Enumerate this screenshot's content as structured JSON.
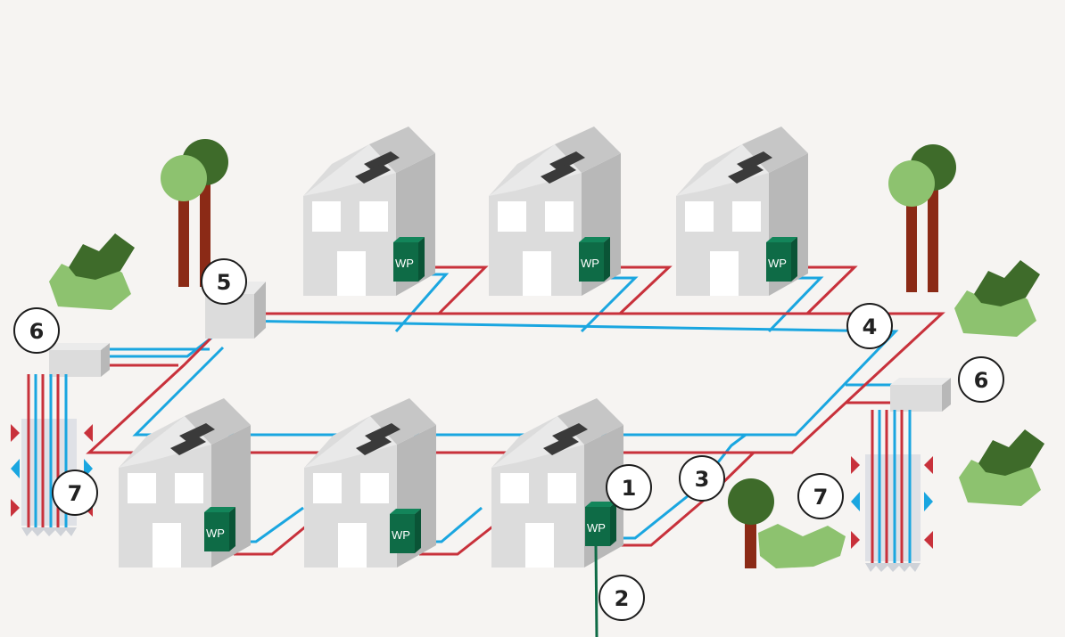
{
  "colors": {
    "background": "#f6f4f2",
    "warm_pipe": "#c8313b",
    "cold_pipe": "#1aa6e0",
    "house_front": "#dcdcdc",
    "house_side": "#b8b8b8",
    "roof_light": "#e9e9e9",
    "roof_dark": "#c6c6c6",
    "solar_panel": "#3a3a3a",
    "heat_pump": "#0e6b46",
    "tree_trunk": "#8b2a16",
    "tree_light": "#8dc26f",
    "tree_dark": "#3e6b2a",
    "bush_light": "#8dc26f",
    "bush_dark": "#3e6b2a",
    "probe_field": "#dfe1e6",
    "callout_circle": "#ffffff",
    "callout_border": "#1d1d1d",
    "ground_line": "#0e6b46"
  },
  "heat_pump_label": "WP",
  "callouts": [
    {
      "id": "1",
      "label": "1"
    },
    {
      "id": "2",
      "label": "2"
    },
    {
      "id": "3",
      "label": "3"
    },
    {
      "id": "4",
      "label": "4"
    },
    {
      "id": "5",
      "label": "5"
    },
    {
      "id": "6-left",
      "label": "6"
    },
    {
      "id": "6-right",
      "label": "6"
    },
    {
      "id": "7-left",
      "label": "7"
    },
    {
      "id": "7-right",
      "label": "7"
    }
  ]
}
